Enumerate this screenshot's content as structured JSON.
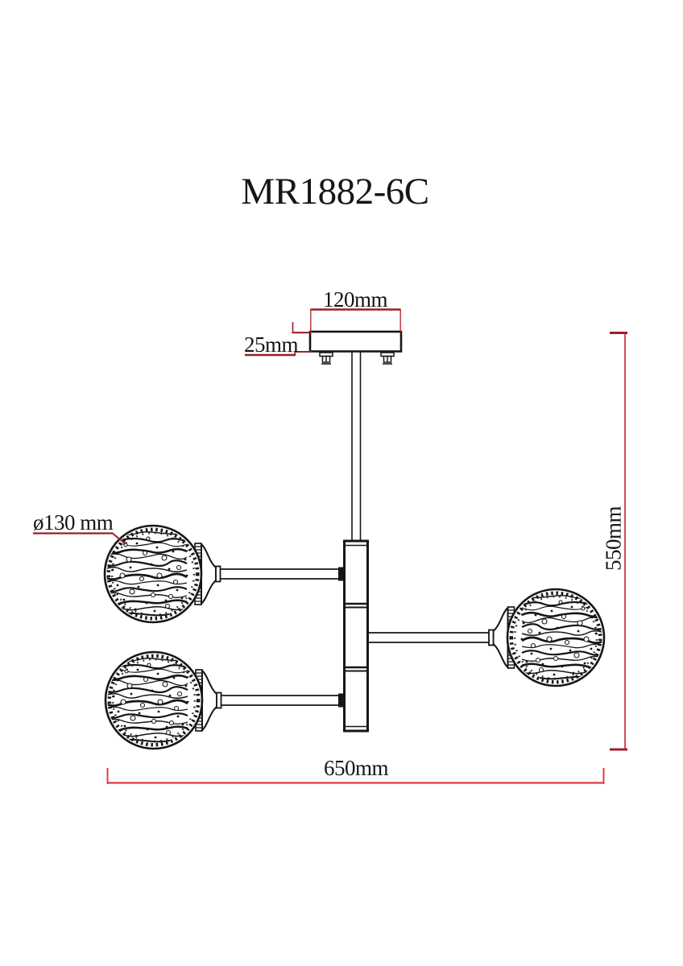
{
  "drawing": {
    "model": "MR1882-6C",
    "dimensions": {
      "canopy_width": "120mm",
      "canopy_height": "25mm",
      "shade_diameter": "ø130 mm",
      "overall_height": "550mm",
      "overall_width": "650mm"
    },
    "colors": {
      "background": "#ffffff",
      "ink": "#161616",
      "dimension_dark": "#9b1f27",
      "dimension_mid": "#c4373b",
      "dimension_bright": "#e23b3e"
    }
  }
}
